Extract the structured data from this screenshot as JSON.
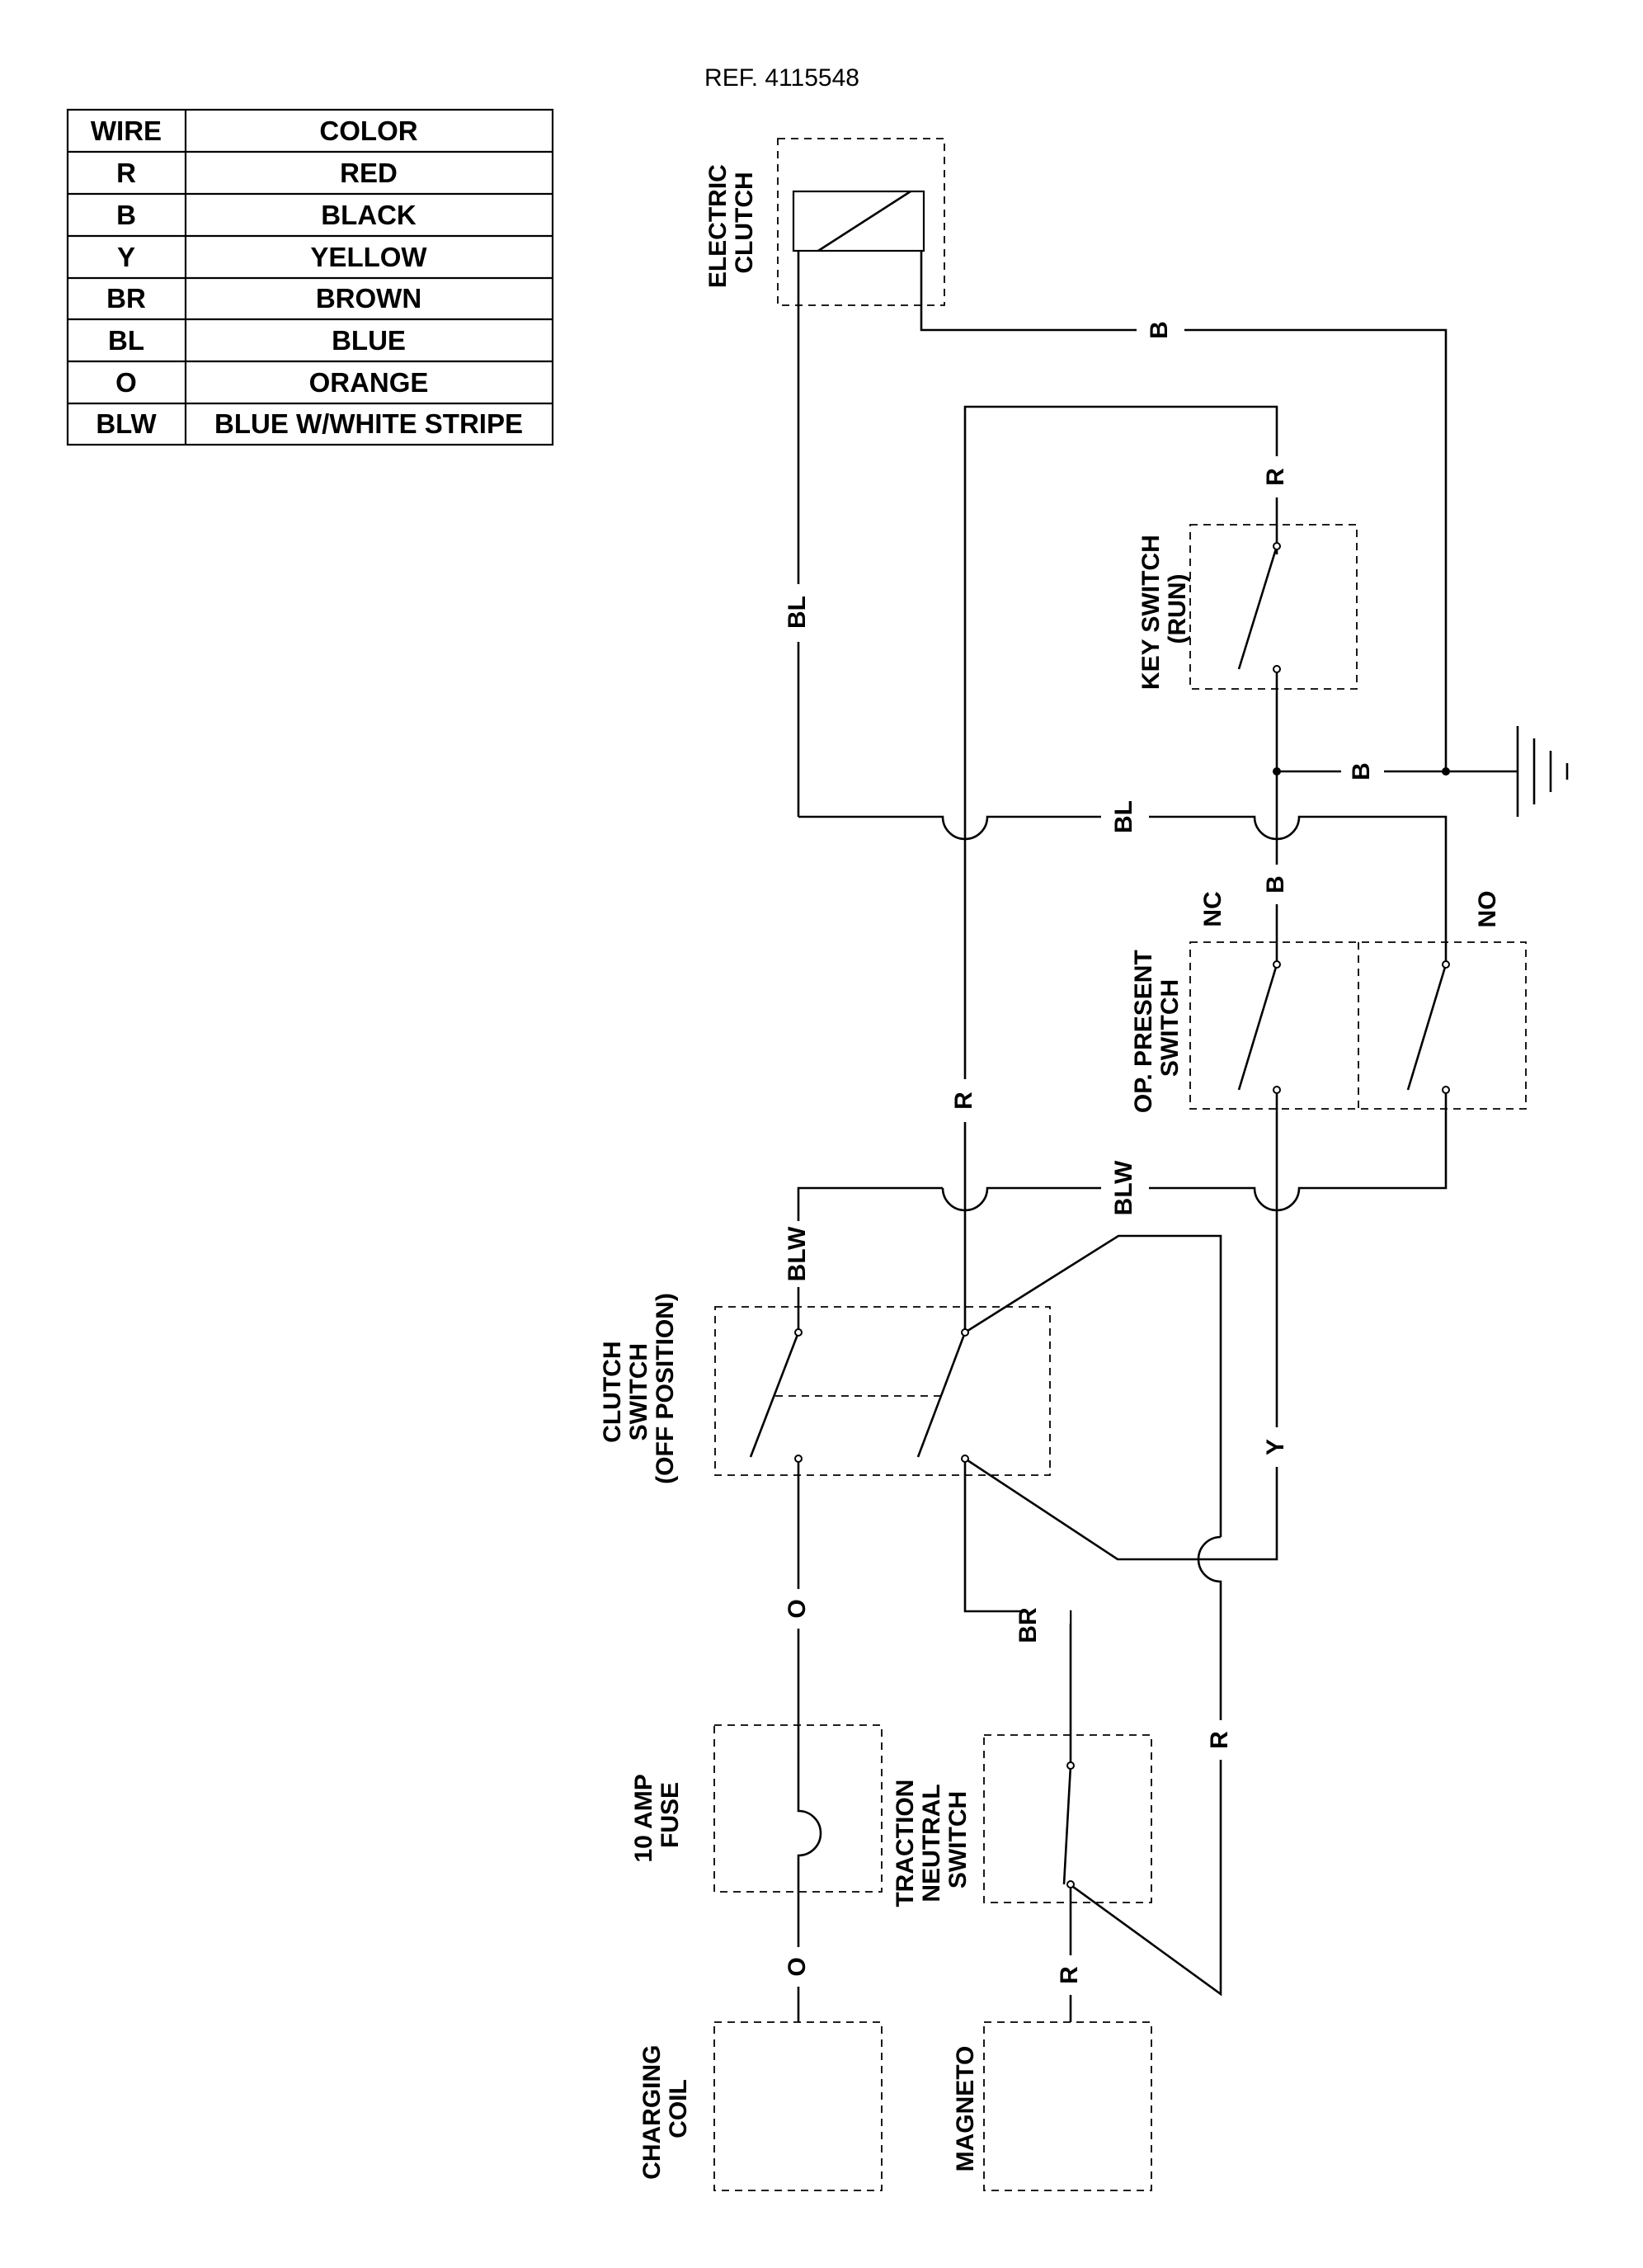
{
  "reference": "REF. 4115548",
  "legend": {
    "header": {
      "wire": "WIRE",
      "color": "COLOR"
    },
    "rows": [
      {
        "wire": "R",
        "color": "RED"
      },
      {
        "wire": "B",
        "color": "BLACK"
      },
      {
        "wire": "Y",
        "color": "YELLOW"
      },
      {
        "wire": "BR",
        "color": "BROWN"
      },
      {
        "wire": "BL",
        "color": "BLUE"
      },
      {
        "wire": "O",
        "color": "ORANGE"
      },
      {
        "wire": "BLW",
        "color": "BLUE W/WHITE STRIPE"
      }
    ]
  },
  "components": {
    "electric_clutch": [
      "ELECTRIC",
      "CLUTCH"
    ],
    "key_switch": [
      "KEY SWITCH",
      "(RUN)"
    ],
    "op_present_switch": [
      "OP. PRESENT",
      "SWITCH"
    ],
    "clutch_switch": [
      "CLUTCH",
      "SWITCH",
      "(OFF POSITION)"
    ],
    "fuse": [
      "10 AMP",
      "FUSE"
    ],
    "traction_switch": [
      "TRACTION",
      "NEUTRAL",
      "SWITCH"
    ],
    "charging_coil": [
      "CHARGING",
      "COIL"
    ],
    "magneto": [
      "MAGNETO"
    ]
  },
  "wire_labels": {
    "b_top": "B",
    "r_top": "R",
    "bl_left": "BL",
    "b_ground": "B",
    "bl_mid": "BL",
    "b_mid": "B",
    "nc": "NC",
    "no": "NO",
    "r_mid": "R",
    "blw_mid": "BLW",
    "blw_left": "BLW",
    "y": "Y",
    "o_top": "O",
    "br": "BR",
    "r_low": "R",
    "o_bottom": "O",
    "r_bottom": "R"
  }
}
